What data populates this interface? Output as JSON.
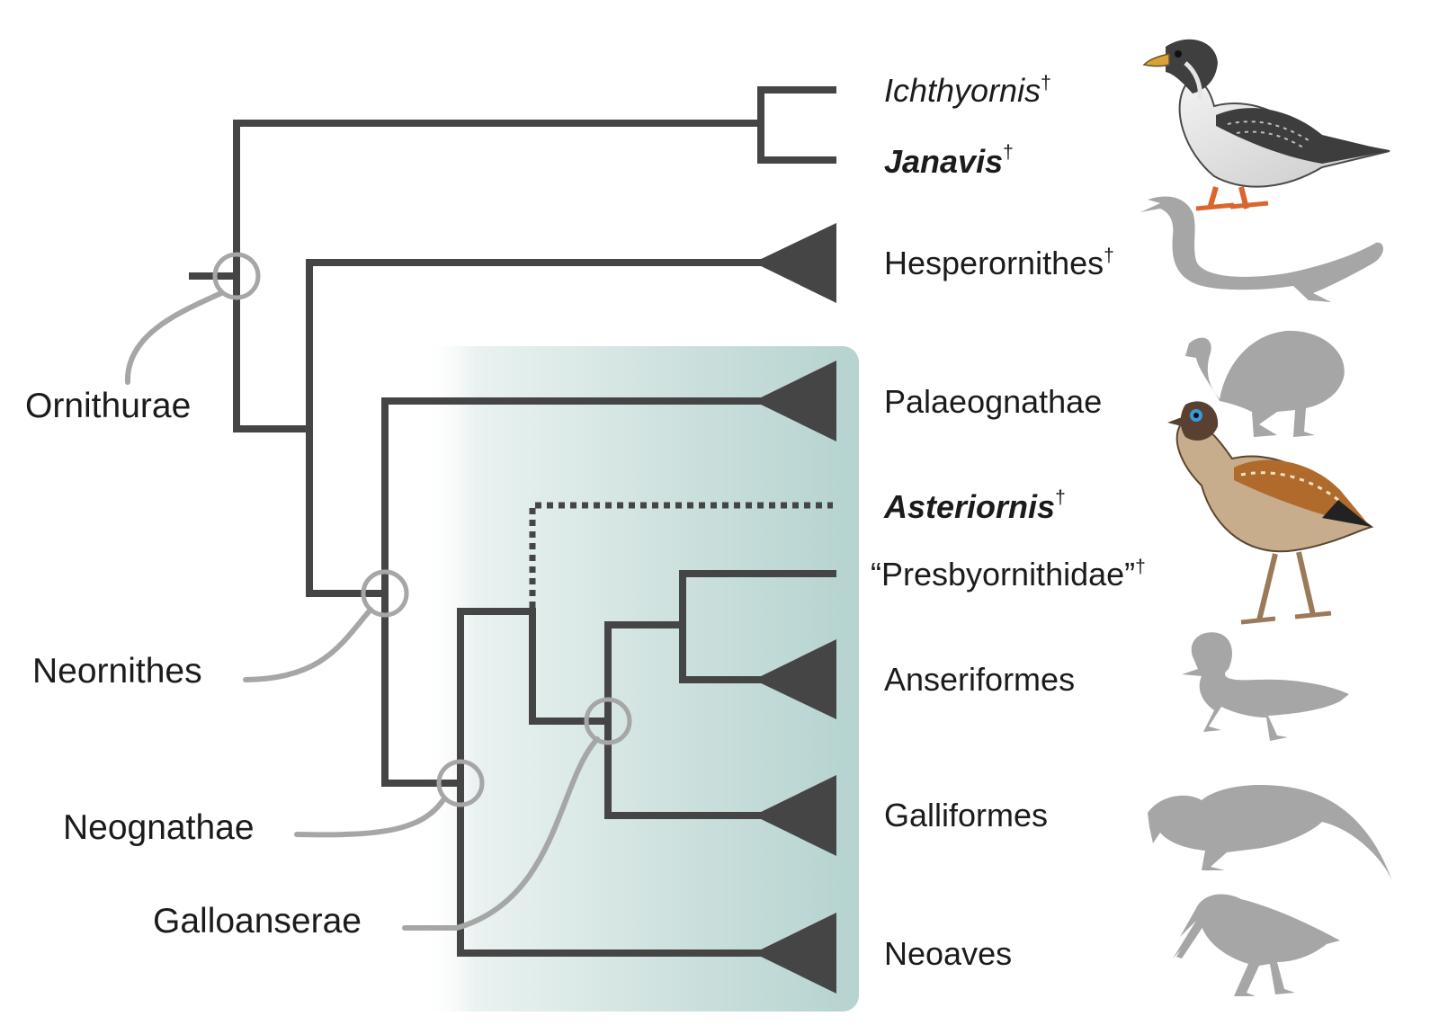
{
  "taxa": {
    "ichthyornis": "Ichthyornis",
    "janavis": "Janavis",
    "hesperornithes": "Hesperornithes",
    "palaeognathae": "Palaeognathae",
    "asteriornis": "Asteriornis",
    "presbyornithidae": "“Presbyornithidae”",
    "anseriformes": "Anseriformes",
    "galliformes": "Galliformes",
    "neoaves": "Neoaves"
  },
  "extinct_marker": "†",
  "nodes": {
    "ornithurae": "Ornithurae",
    "neornithes": "Neornithes",
    "neognathae": "Neognathae",
    "galloanserae": "Galloanserae"
  },
  "colors": {
    "branch": "#454545",
    "leader": "#a6a6a6",
    "silhouette": "#a6a6a6",
    "highlight": "#b5d3d0"
  },
  "illustrations": [
    {
      "name": "janavis-reconstruction",
      "style": "colour"
    },
    {
      "name": "hesperornis-silhouette",
      "style": "silhouette"
    },
    {
      "name": "ratite-silhouette",
      "style": "silhouette"
    },
    {
      "name": "asteriornis-reconstruction",
      "style": "colour"
    },
    {
      "name": "duck-silhouette",
      "style": "silhouette"
    },
    {
      "name": "pheasant-silhouette",
      "style": "silhouette"
    },
    {
      "name": "kiwi-like-silhouette",
      "style": "silhouette"
    }
  ]
}
